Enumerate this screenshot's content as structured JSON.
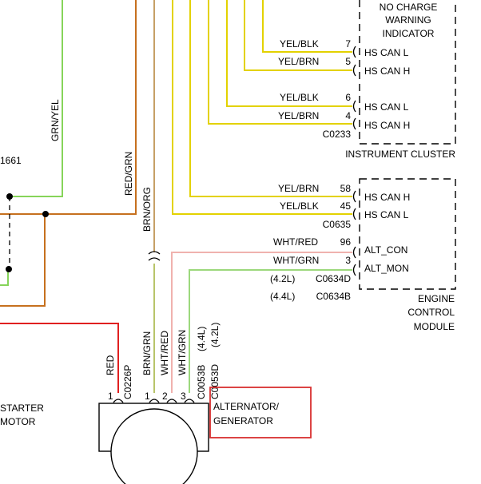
{
  "colors": {
    "yellow": "#e3d200",
    "green": "#86d45a",
    "brown": "#c6701e",
    "tan": "#c6a066",
    "red": "#e02020",
    "pink": "#f0b2ae",
    "highlight": "#d83030"
  },
  "labels": {
    "top_left_partial": "1661",
    "grn_yel": "GRN/YEL",
    "red_grn": "RED/GRN",
    "brn_org": "BRN/ORG",
    "red": "RED",
    "brn_grn": "BRN/GRN",
    "wht_red_vert": "WHT/RED",
    "wht_grn_vert": "WHT/GRN",
    "c0226p": "C0226P",
    "c0053b": "C0053B",
    "c0053d": "C0053D",
    "v44": "(4.4L)",
    "v42": "(4.2L)",
    "pin1a": "1",
    "pin1b": "1",
    "pin2": "2",
    "pin3": "3"
  },
  "cluster": {
    "warning_line1": "NO CHARGE",
    "warning_line2": "WARNING",
    "warning_line3": "INDICATOR",
    "title": "INSTRUMENT CLUSTER",
    "connector": "C0233",
    "pins": [
      {
        "wire": "YEL/BLK",
        "pin": "7",
        "signal": "HS CAN L"
      },
      {
        "wire": "YEL/BRN",
        "pin": "5",
        "signal": "HS CAN H"
      },
      {
        "wire": "YEL/BLK",
        "pin": "6",
        "signal": "HS CAN L"
      },
      {
        "wire": "YEL/BRN",
        "pin": "4",
        "signal": "HS CAN H"
      }
    ]
  },
  "ecm": {
    "title_line1": "ENGINE",
    "title_line2": "CONTROL",
    "title_line3": "MODULE",
    "connector1": "C0635",
    "connector_42": "C0634D",
    "connector_44": "C0634B",
    "variant_42": "(4.2L)",
    "variant_44": "(4.4L)",
    "pins": [
      {
        "wire": "YEL/BRN",
        "pin": "58",
        "signal": "HS CAN H"
      },
      {
        "wire": "YEL/BLK",
        "pin": "45",
        "signal": "HS CAN L"
      },
      {
        "wire": "WHT/RED",
        "pin": "96",
        "signal": "ALT_CON"
      },
      {
        "wire": "WHT/GRN",
        "pin": "3",
        "signal": "ALT_MON"
      }
    ]
  },
  "starter": {
    "line1": "STARTER",
    "line2": "MOTOR"
  },
  "alternator": {
    "line1": "ALTERNATOR/",
    "line2": "GENERATOR"
  }
}
